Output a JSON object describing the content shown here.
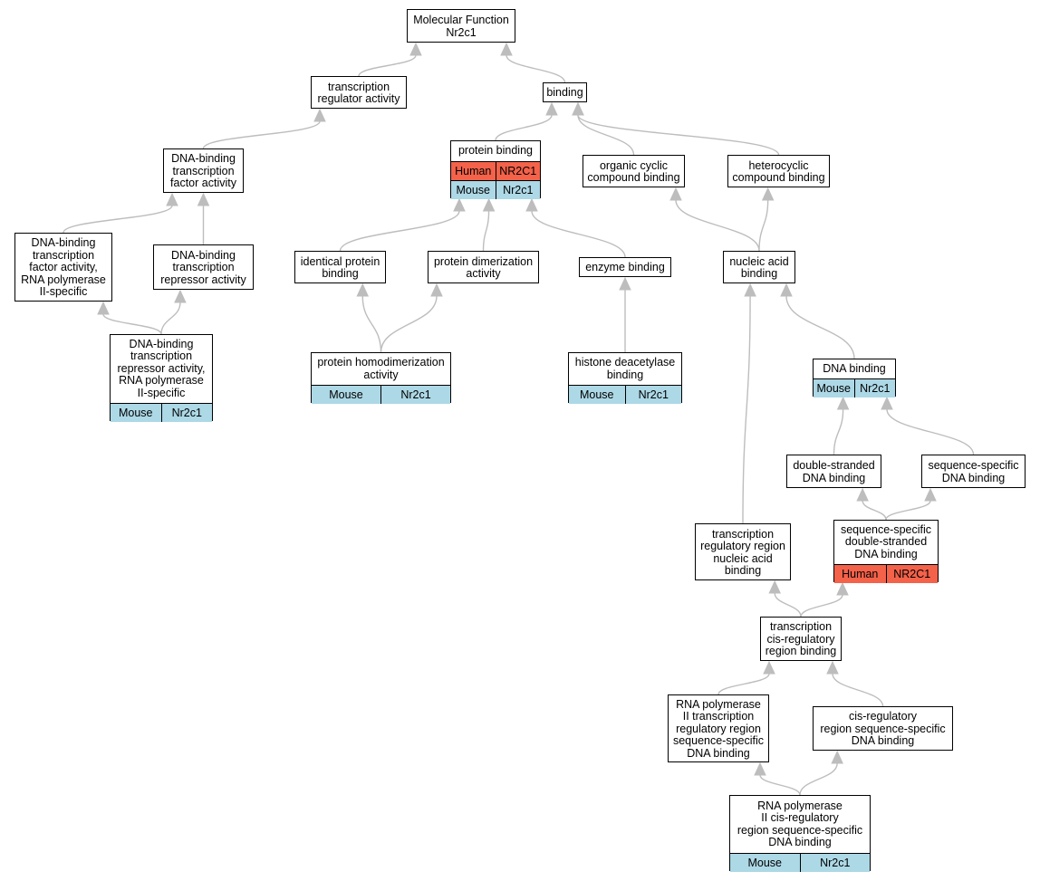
{
  "colors": {
    "edge": "#bdbdbd",
    "human": "#f4624a",
    "mouse": "#add8e6",
    "border": "#000000"
  },
  "nodes": [
    {
      "id": "mf",
      "label": "Molecular Function\nNr2c1"
    },
    {
      "id": "tra",
      "label": "transcription\nregulator activity"
    },
    {
      "id": "binding",
      "label": "binding"
    },
    {
      "id": "dbtfa",
      "label": "DNA-binding\ntranscription\nfactor activity"
    },
    {
      "id": "pb",
      "label": "protein binding",
      "annotations": [
        {
          "species": "Human",
          "gene": "NR2C1"
        },
        {
          "species": "Mouse",
          "gene": "Nr2c1"
        }
      ]
    },
    {
      "id": "ocb",
      "label": "organic cyclic\ncompound binding"
    },
    {
      "id": "hcb",
      "label": "heterocyclic\ncompound binding"
    },
    {
      "id": "dbtfa2",
      "label": "DNA-binding\ntranscription\nfactor activity,\nRNA polymerase\nII-specific"
    },
    {
      "id": "dbtra",
      "label": "DNA-binding\ntranscription\nrepressor activity"
    },
    {
      "id": "ipb",
      "label": "identical protein\nbinding"
    },
    {
      "id": "pda",
      "label": "protein dimerization\nactivity"
    },
    {
      "id": "eb",
      "label": "enzyme binding"
    },
    {
      "id": "nab",
      "label": "nucleic acid\nbinding"
    },
    {
      "id": "dbtra2",
      "label": "DNA-binding\ntranscription\nrepressor activity,\nRNA polymerase\nII-specific",
      "annotations": [
        {
          "species": "Mouse",
          "gene": "Nr2c1"
        }
      ]
    },
    {
      "id": "phda",
      "label": "protein homodimerization\nactivity",
      "annotations": [
        {
          "species": "Mouse",
          "gene": "Nr2c1"
        }
      ]
    },
    {
      "id": "hdb",
      "label": "histone deacetylase\nbinding",
      "annotations": [
        {
          "species": "Mouse",
          "gene": "Nr2c1"
        }
      ]
    },
    {
      "id": "dnab",
      "label": "DNA binding",
      "annotations": [
        {
          "species": "Mouse",
          "gene": "Nr2c1"
        }
      ]
    },
    {
      "id": "dsdb",
      "label": "double-stranded\nDNA binding"
    },
    {
      "id": "ssdb",
      "label": "sequence-specific\nDNA binding"
    },
    {
      "id": "trrnab",
      "label": "transcription\nregulatory region\nnucleic acid\nbinding"
    },
    {
      "id": "ssdsdb",
      "label": "sequence-specific\ndouble-stranded\nDNA binding",
      "annotations": [
        {
          "species": "Human",
          "gene": "NR2C1"
        }
      ]
    },
    {
      "id": "tcrrb",
      "label": "transcription\ncis-regulatory\nregion binding"
    },
    {
      "id": "rnap2trr",
      "label": "RNA polymerase\nII transcription\nregulatory region\nsequence-specific\nDNA binding"
    },
    {
      "id": "crrssdb",
      "label": "cis-regulatory\nregion sequence-specific\nDNA binding"
    },
    {
      "id": "rnap2crr",
      "label": "RNA polymerase\nII cis-regulatory\nregion sequence-specific\nDNA binding",
      "annotations": [
        {
          "species": "Mouse",
          "gene": "Nr2c1"
        }
      ]
    }
  ],
  "edges": [
    {
      "from": "tra",
      "to": "mf"
    },
    {
      "from": "binding",
      "to": "mf"
    },
    {
      "from": "dbtfa",
      "to": "tra"
    },
    {
      "from": "pb",
      "to": "binding"
    },
    {
      "from": "ocb",
      "to": "binding"
    },
    {
      "from": "hcb",
      "to": "binding"
    },
    {
      "from": "dbtfa2",
      "to": "dbtfa"
    },
    {
      "from": "dbtra",
      "to": "dbtfa"
    },
    {
      "from": "dbtra2",
      "to": "dbtfa2"
    },
    {
      "from": "dbtra2",
      "to": "dbtra"
    },
    {
      "from": "ipb",
      "to": "pb"
    },
    {
      "from": "pda",
      "to": "pb"
    },
    {
      "from": "eb",
      "to": "pb"
    },
    {
      "from": "phda",
      "to": "ipb"
    },
    {
      "from": "phda",
      "to": "pda"
    },
    {
      "from": "hdb",
      "to": "eb"
    },
    {
      "from": "nab",
      "to": "ocb"
    },
    {
      "from": "nab",
      "to": "hcb"
    },
    {
      "from": "dnab",
      "to": "nab"
    },
    {
      "from": "trrnab",
      "to": "nab"
    },
    {
      "from": "dsdb",
      "to": "dnab"
    },
    {
      "from": "ssdb",
      "to": "dnab"
    },
    {
      "from": "ssdsdb",
      "to": "dsdb"
    },
    {
      "from": "ssdsdb",
      "to": "ssdb"
    },
    {
      "from": "tcrrb",
      "to": "trrnab"
    },
    {
      "from": "tcrrb",
      "to": "ssdsdb"
    },
    {
      "from": "rnap2trr",
      "to": "tcrrb"
    },
    {
      "from": "crrssdb",
      "to": "tcrrb"
    },
    {
      "from": "rnap2crr",
      "to": "rnap2trr"
    },
    {
      "from": "rnap2crr",
      "to": "crrssdb"
    }
  ]
}
